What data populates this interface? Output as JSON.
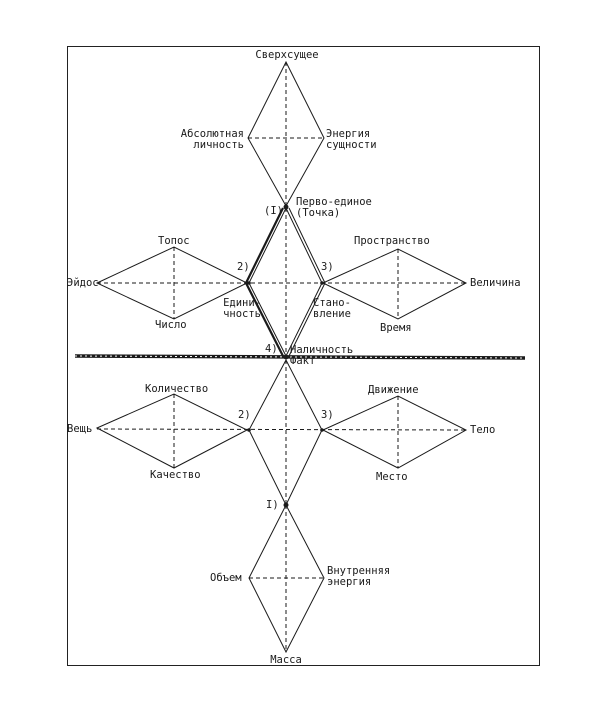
{
  "colors": {
    "ink": "#1a1a1a",
    "paper": "#ffffff"
  },
  "labels": {
    "top": "Сверхсущее",
    "abs_personality": "Абсолютная\nличность",
    "energy_essence": "Энергия\nсущности",
    "first_one_num": "(I)",
    "first_one": "Перво-единое\n(Точка)",
    "topos": "Топос",
    "eidos": "Эйдос",
    "number": "Число",
    "unity": "Едини-\nчность",
    "num2_upper": "2)",
    "num3_upper": "3)",
    "space": "Пространство",
    "magnitude": "Величина",
    "becoming": "Стано-\nвление",
    "time": "Время",
    "num4": "4)",
    "presence": "Наличность\nФакт",
    "quantity": "Количество",
    "thing": "Вещь",
    "quality": "Качество",
    "num2_lower": "2)",
    "num3_lower": "3)",
    "motion": "Движение",
    "body": "Тело",
    "place": "Место",
    "num1_lower": "I)",
    "volume": "Объем",
    "inner_energy": "Внутренняя\nэнергия",
    "mass": "Масса"
  }
}
